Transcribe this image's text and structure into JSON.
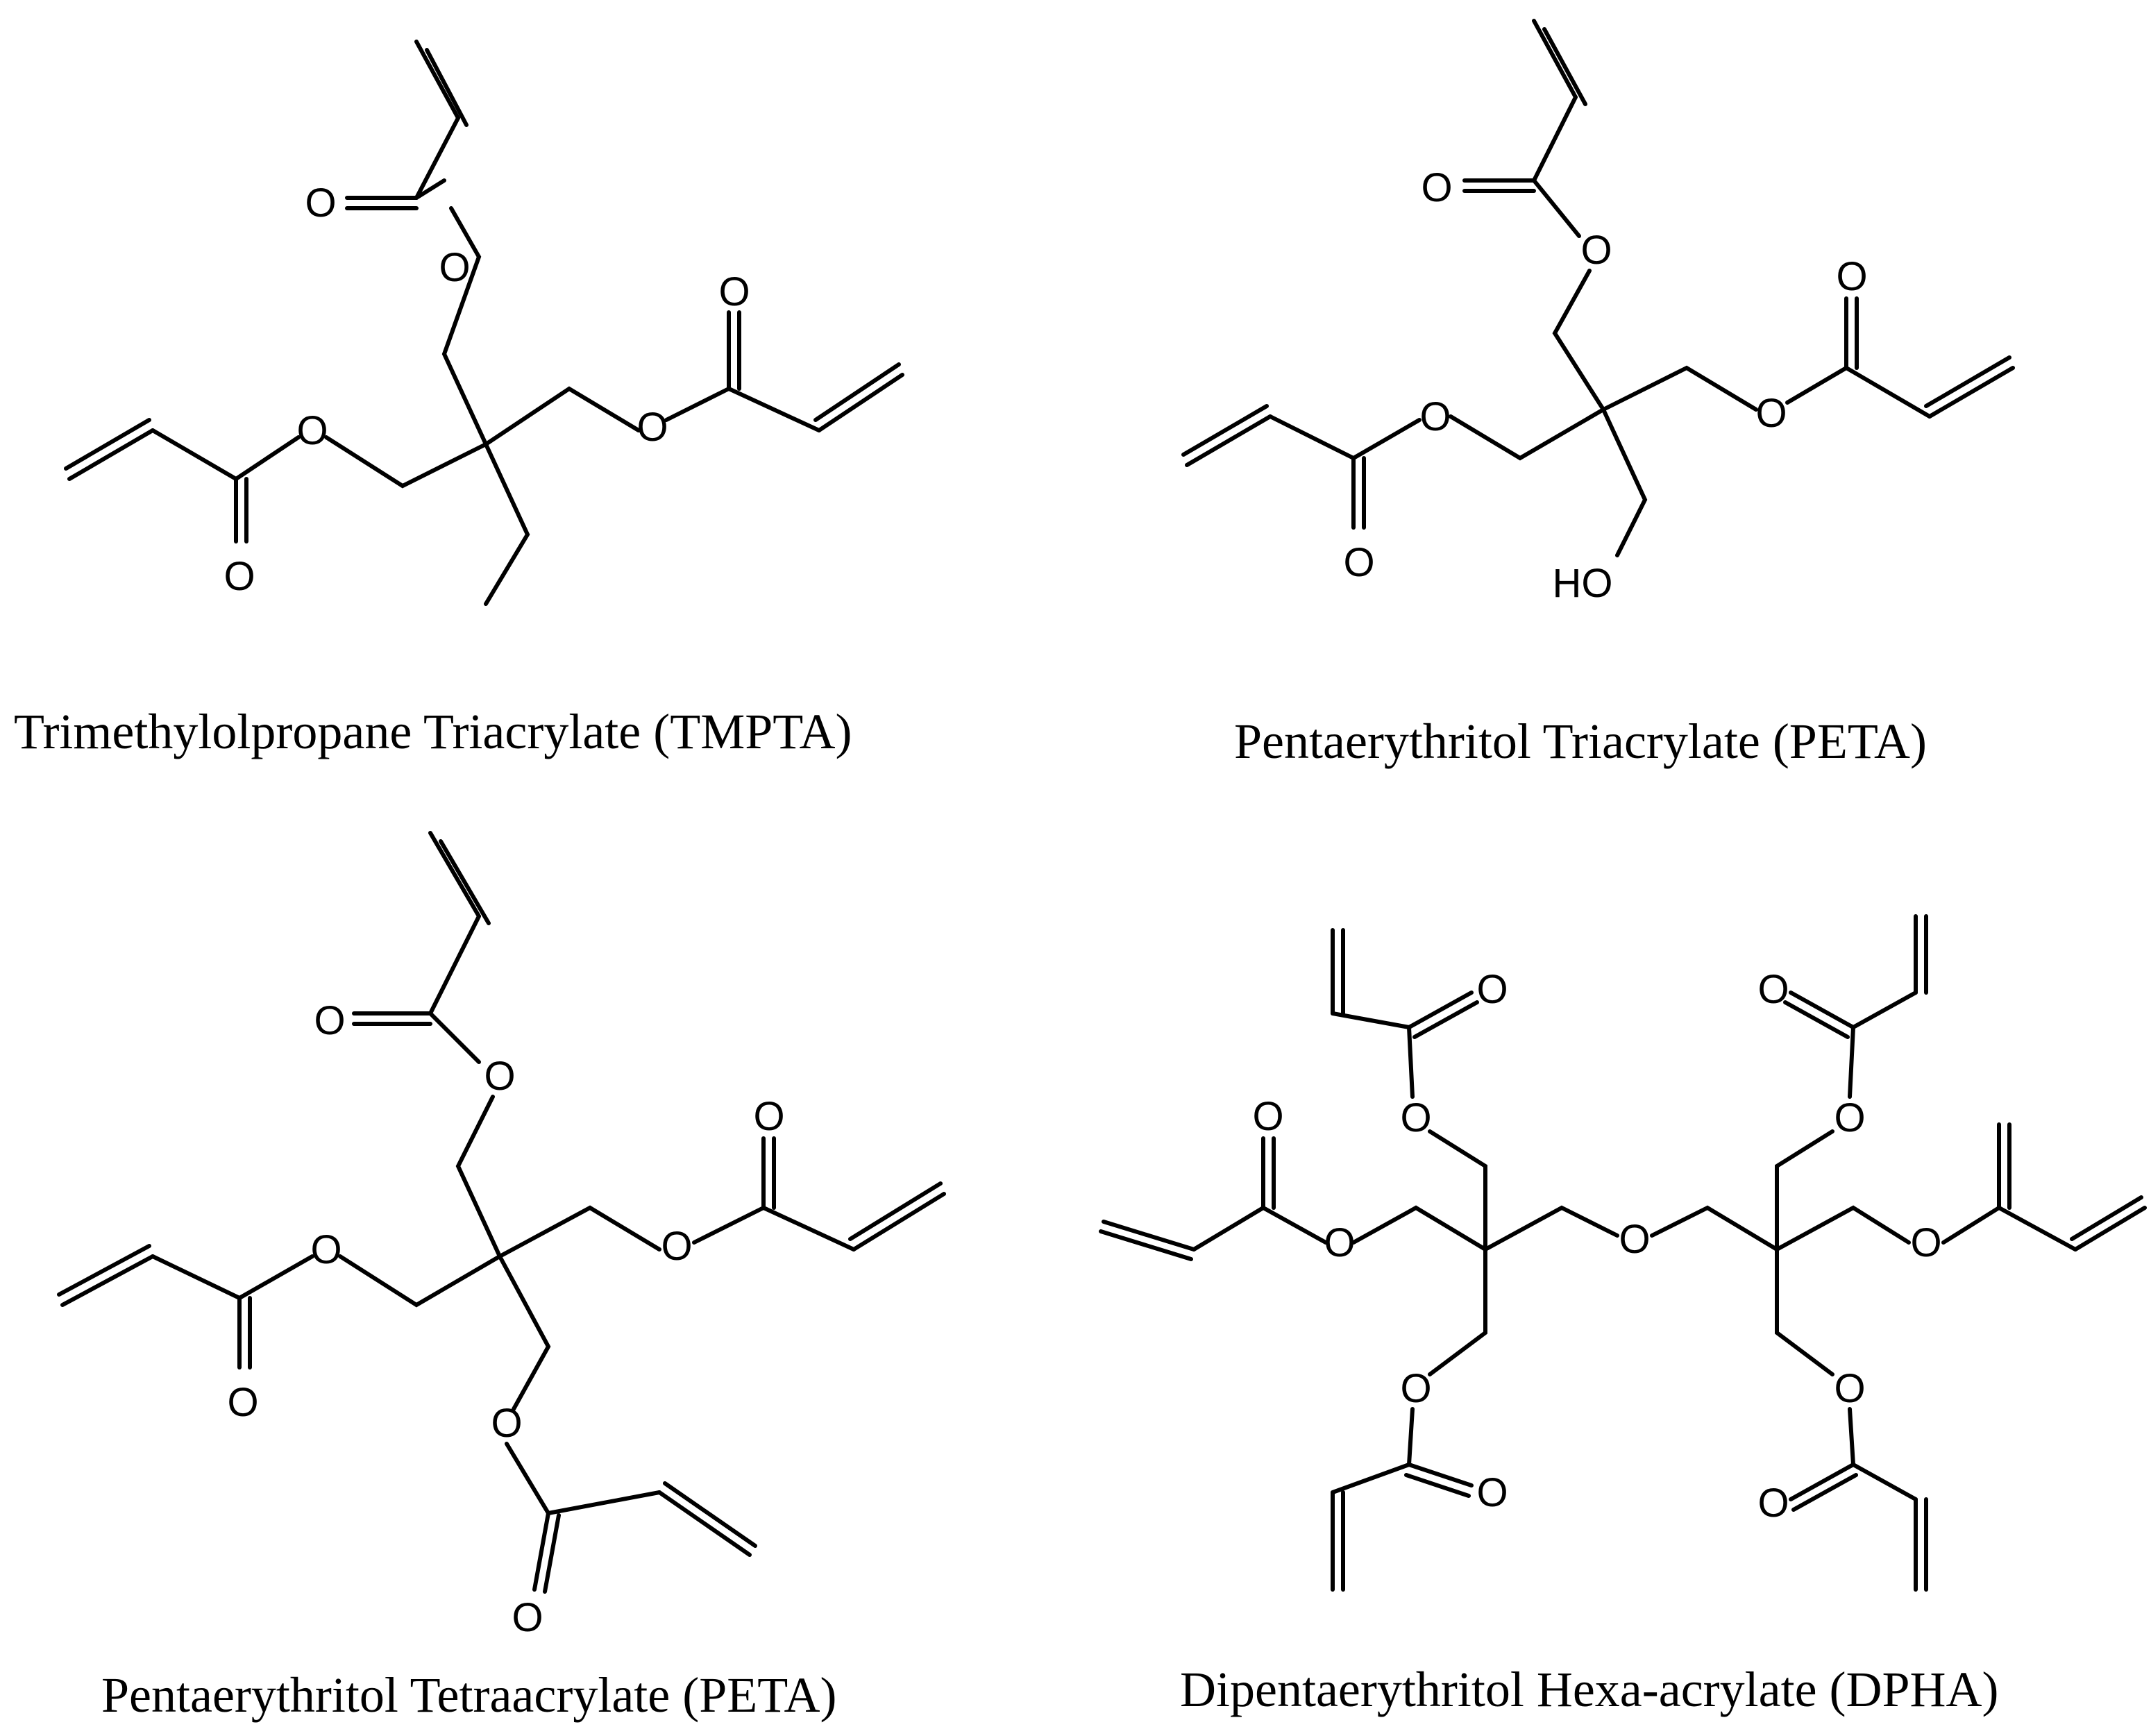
{
  "figure": {
    "captions": [
      "Trimethylolpropane Triacrylate (TMPTA)",
      "Pentaerythritol Triacrylate (PETA)",
      "Pentaerythritol Tetraacrylate (PETA)",
      "Dipentaerythritol Hexa-acrylate (DPHA)"
    ],
    "atom_labels": {
      "oxygen": "O",
      "hydroxyl": "HO"
    },
    "colors": {
      "ink": "#000000",
      "background": "#ffffff"
    }
  }
}
